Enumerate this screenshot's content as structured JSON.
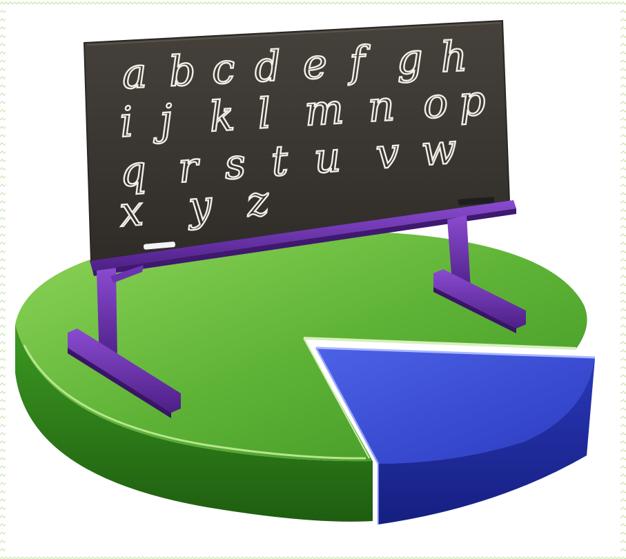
{
  "blackboard": {
    "rows": [
      [
        "a",
        "b",
        "c",
        "d",
        "e",
        "f",
        "g",
        "h"
      ],
      [
        "i",
        "j",
        "k",
        "l",
        "m",
        "n",
        "o",
        "p"
      ],
      [
        "q",
        "r",
        "s",
        "t",
        "u",
        "v",
        "w"
      ],
      [
        "x",
        "y",
        "z"
      ]
    ]
  },
  "colors": {
    "border_pattern": "#c9e6a6",
    "board": "#3b3732",
    "frame": "#6a2fa3",
    "pie_green": "#5fb437",
    "pie_green_dark": "#2f7b1a",
    "slice_blue": "#2f43c9",
    "slice_blue_dark": "#1d2a95"
  },
  "pie": {
    "slice_fraction": 0.17
  }
}
